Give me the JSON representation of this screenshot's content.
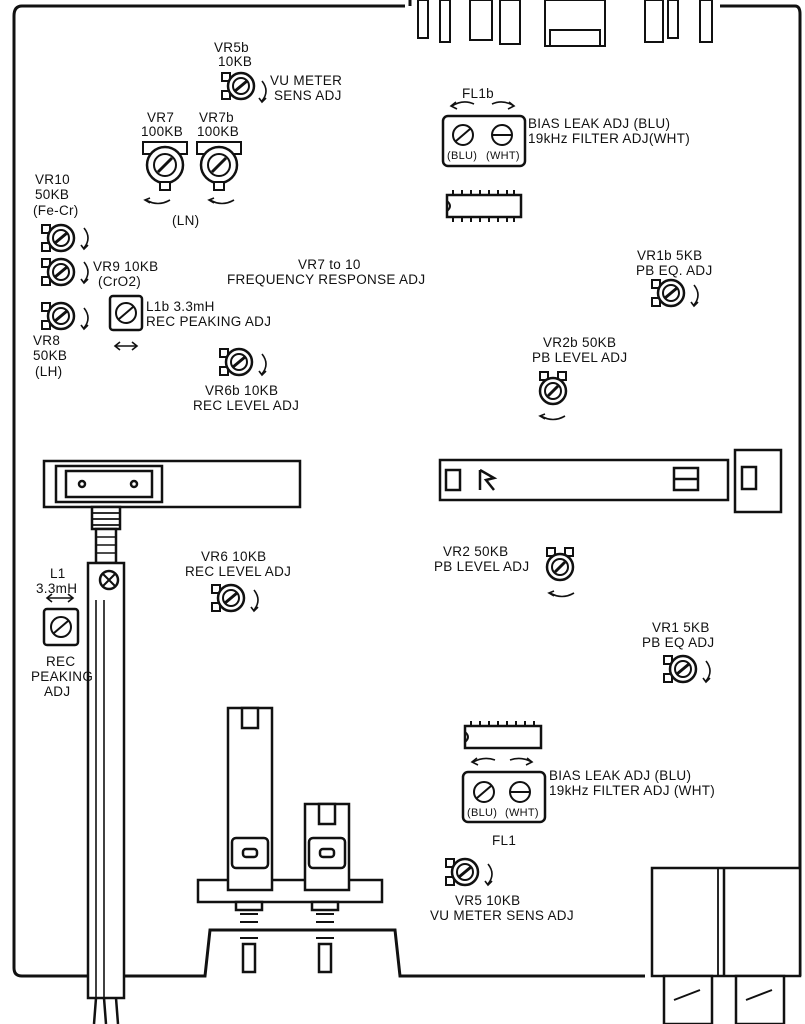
{
  "labels": {
    "vr5b_name": "VR5b",
    "vr5b_value": "10KB",
    "vr5b_func_1": "VU METER",
    "vr5b_func_2": "SENS ADJ",
    "vr7_name": "VR7",
    "vr7_value": "100KB",
    "vr7b_name": "VR7b",
    "vr7b_value": "100KB",
    "ln": "(LN)",
    "fl1b_name": "FL1b",
    "fl1b_func_1": "BIAS LEAK ADJ (BLU)",
    "fl1b_func_2": "19kHz FILTER ADJ(WHT)",
    "fl1b_blu": "(BLU)",
    "fl1b_wht": "(WHT)",
    "vr10_name": "VR10",
    "vr10_value": "50KB",
    "vr10_type": "(Fe-Cr)",
    "vr9_name": "VR9 10KB",
    "vr9_type": "(CrO2)",
    "vr8_name": "VR8",
    "vr8_value": "50KB",
    "vr8_type": "(LH)",
    "vr7to10_1": "VR7 to 10",
    "vr7to10_2": "FREQUENCY RESPONSE ADJ",
    "l1b_name": "L1b 3.3mH",
    "l1b_func": "REC PEAKING ADJ",
    "vr1b_name": "VR1b 5KB",
    "vr1b_func": "PB EQ. ADJ",
    "vr2b_name": "VR2b 50KB",
    "vr2b_func": "PB LEVEL ADJ",
    "vr6b_name": "VR6b 10KB",
    "vr6b_func": "REC LEVEL ADJ",
    "vr6_name": "VR6 10KB",
    "vr6_func": "REC LEVEL ADJ",
    "vr2_name": "VR2 50KB",
    "vr2_func": "PB LEVEL ADJ",
    "l1_name": "L1",
    "l1_value": "3.3mH",
    "l1_func_1": "REC",
    "l1_func_2": "PEAKING",
    "l1_func_3": "ADJ",
    "vr1_name": "VR1 5KB",
    "vr1_func": "PB EQ ADJ",
    "fl1_func_1": "BIAS LEAK ADJ (BLU)",
    "fl1_func_2": "19kHz FILTER ADJ (WHT)",
    "fl1_blu": "(BLU)",
    "fl1_wht": "(WHT)",
    "fl1_name": "FL1",
    "vr5_name": "VR5 10KB",
    "vr5_func": "VU METER SENS ADJ"
  },
  "colors": {
    "ink": "#111111",
    "paper": "#ffffff"
  }
}
